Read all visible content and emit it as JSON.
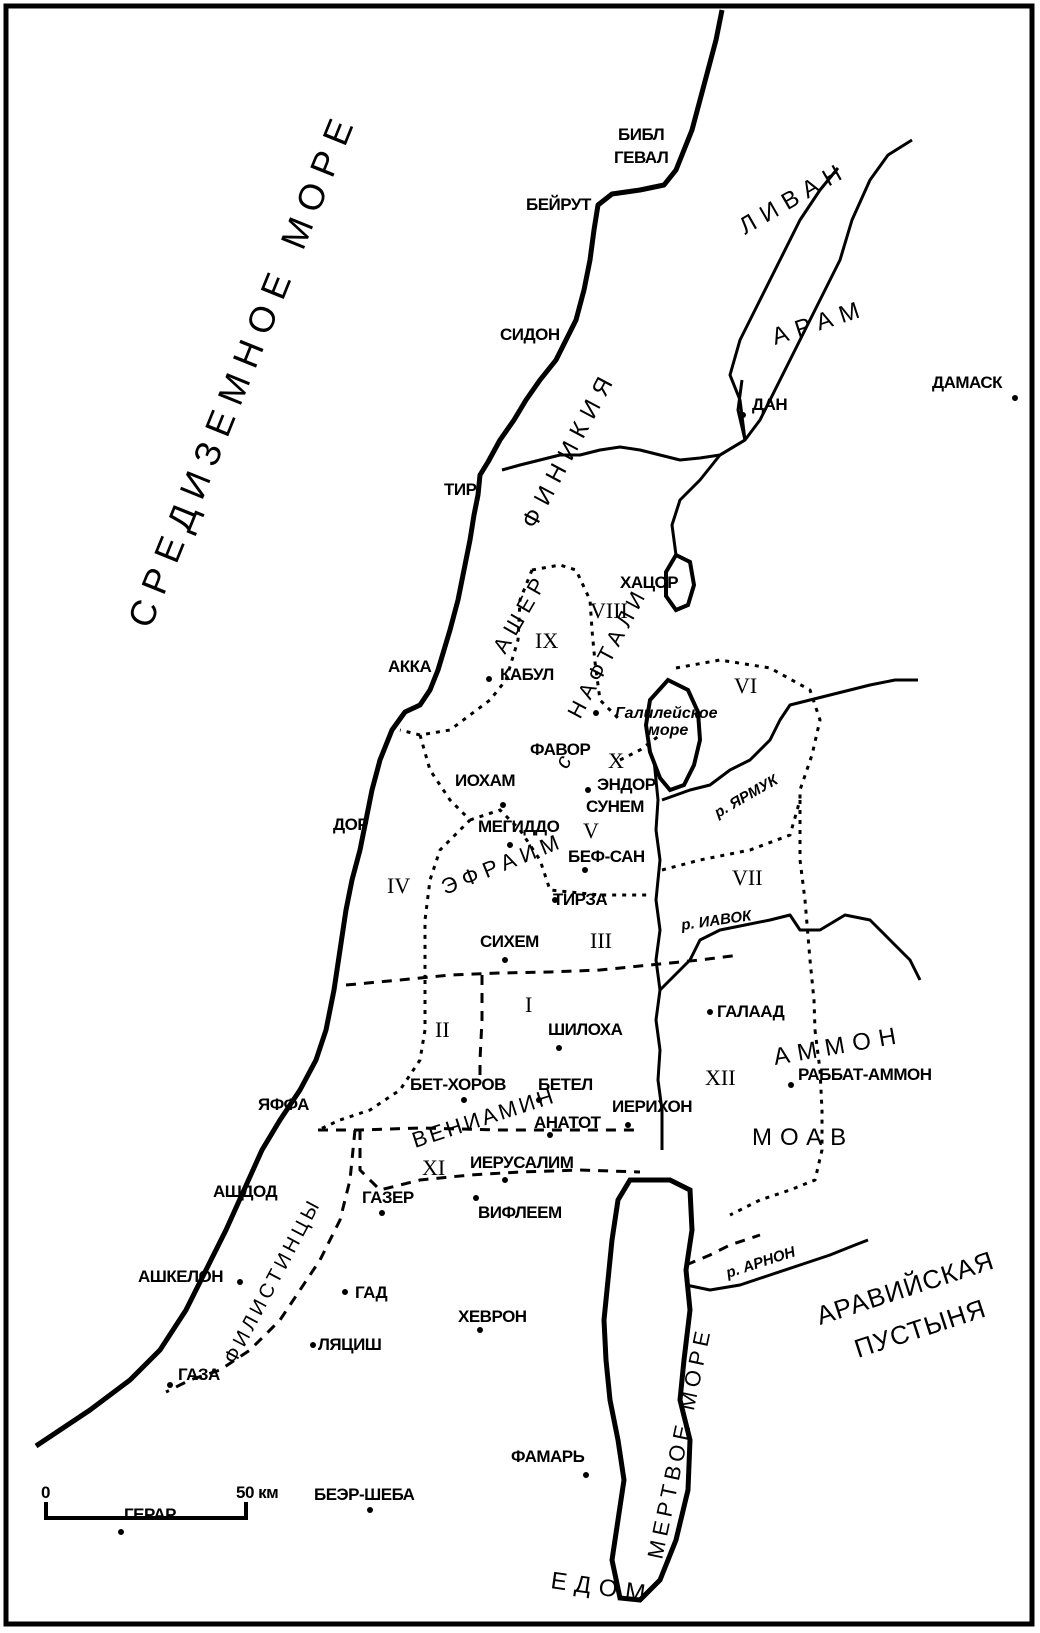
{
  "seas": {
    "mediterranean": "СРЕДИЗЕМНОЕ МОРЕ",
    "dead_sea": "МЕРТВОЕ МОРЕ",
    "galilee_line1": "Галилейское",
    "galilee_line2": "море"
  },
  "regions": {
    "lebanon": "ЛИВАН",
    "aram": "АРАМ",
    "phoenicia": "ФИНИКИЯ",
    "ammon": "АММОН",
    "moab": "МОАВ",
    "edom": "ЕДОМ",
    "arabian_desert_line1": "АРАВИЙСКАЯ",
    "arabian_desert_line2": "ПУСТЫНЯ",
    "philistines": "ФИЛИСТИНЦЫ"
  },
  "tribes": {
    "asher": "АШЕР",
    "naftali": "НАФТАЛИ",
    "ephraim": "ЭФРАИМ",
    "benjamin": "ВЕНИАМИН",
    "naftali_prefix": "с"
  },
  "districts": [
    "I",
    "II",
    "III",
    "IV",
    "V",
    "VI",
    "VII",
    "VIII",
    "IX",
    "X",
    "XI",
    "XII"
  ],
  "rivers": {
    "yarmuk": "р. ЯРМУК",
    "yabbok": "р. ИАВОК",
    "arnon": "р. АРНОН"
  },
  "cities": {
    "byblos": "БИБЛ",
    "geval": "ГЕВАЛ",
    "beirut": "БЕЙРУТ",
    "sidon": "СИДОН",
    "damascus": "ДАМАСК",
    "dan": "ДАН",
    "tyre": "ТИР",
    "hazor": "ХАЦОР",
    "akko": "АККА",
    "kabul": "КАБУЛ",
    "tabor": "ФАВОР",
    "yokneam": "ИОХАМ",
    "endor": "ЭНДОР",
    "shunem": "СУНЕМ",
    "dor": "ДОР",
    "megiddo": "МЕГИДДО",
    "beth_shan": "БЕФ-САН",
    "tirzah": "ТИРЗА",
    "shechem": "СИХЕМ",
    "gilead": "ГАЛААД",
    "shiloh": "ШИЛОХА",
    "beth_horon": "БЕТ-ХОРОВ",
    "bethel": "БЕТЕЛ",
    "jericho": "ИЕРИХОН",
    "rabbath_ammon": "РАББАТ-АММОН",
    "jaffa": "ЯФФА",
    "anathoth": "АНАТОТ",
    "jerusalem": "ИЕРУСАЛИМ",
    "ashdod": "АШДОД",
    "gezer": "ГАЗЕР",
    "bethlehem": "ВИФЛЕЕМ",
    "ashkelon": "АШКЕЛОН",
    "gath": "ГАД",
    "hebron": "ХЕВРОН",
    "lachish": "ЛЯЦИШ",
    "gaza": "ГАЗА",
    "tamar": "ФАМАРЬ",
    "gerar": "ГЕРАР",
    "beersheba": "БЕЭР-ШЕБА"
  },
  "scale": {
    "zero": "0",
    "max": "50 км"
  }
}
